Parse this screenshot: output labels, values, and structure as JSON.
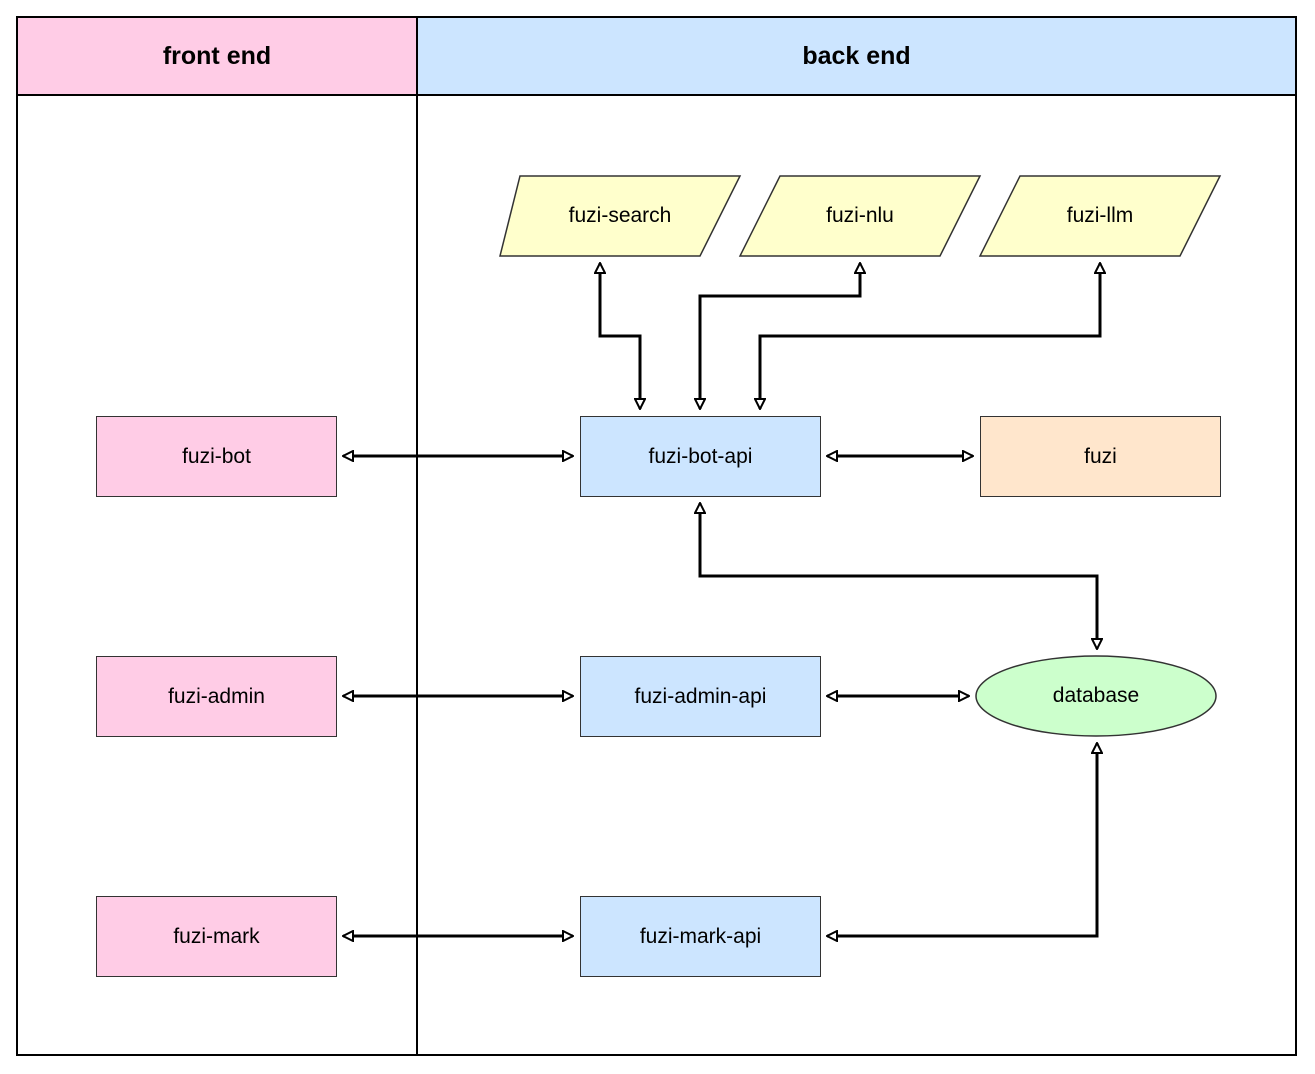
{
  "lanes": {
    "front": {
      "title": "front end",
      "fill": "#ffcce6"
    },
    "back": {
      "title": "back end",
      "fill": "#cce5ff"
    }
  },
  "nodes": {
    "fuzi_bot": {
      "label": "fuzi-bot",
      "fill": "#ffcce6",
      "shape": "rectangle"
    },
    "fuzi_admin": {
      "label": "fuzi-admin",
      "fill": "#ffcce6",
      "shape": "rectangle"
    },
    "fuzi_mark": {
      "label": "fuzi-mark",
      "fill": "#ffcce6",
      "shape": "rectangle"
    },
    "fuzi_bot_api": {
      "label": "fuzi-bot-api",
      "fill": "#cce5ff",
      "shape": "rectangle"
    },
    "fuzi_admin_api": {
      "label": "fuzi-admin-api",
      "fill": "#cce5ff",
      "shape": "rectangle"
    },
    "fuzi_mark_api": {
      "label": "fuzi-mark-api",
      "fill": "#cce5ff",
      "shape": "rectangle"
    },
    "fuzi": {
      "label": "fuzi",
      "fill": "#ffe6cc",
      "shape": "rectangle"
    },
    "database": {
      "label": "database",
      "fill": "#ccffcc",
      "shape": "ellipse"
    },
    "fuzi_search": {
      "label": "fuzi-search",
      "fill": "#ffffcc",
      "shape": "parallelogram"
    },
    "fuzi_nlu": {
      "label": "fuzi-nlu",
      "fill": "#ffffcc",
      "shape": "parallelogram"
    },
    "fuzi_llm": {
      "label": "fuzi-llm",
      "fill": "#ffffcc",
      "shape": "parallelogram"
    }
  },
  "edges": [
    {
      "from": "fuzi-bot",
      "to": "fuzi-bot-api",
      "direction": "both"
    },
    {
      "from": "fuzi-admin",
      "to": "fuzi-admin-api",
      "direction": "both"
    },
    {
      "from": "fuzi-mark",
      "to": "fuzi-mark-api",
      "direction": "both"
    },
    {
      "from": "fuzi-bot-api",
      "to": "fuzi",
      "direction": "both"
    },
    {
      "from": "fuzi-admin-api",
      "to": "database",
      "direction": "both"
    },
    {
      "from": "fuzi-mark-api",
      "to": "database",
      "direction": "both"
    },
    {
      "from": "fuzi-bot-api",
      "to": "database",
      "direction": "both"
    },
    {
      "from": "fuzi-bot-api",
      "to": "fuzi-search",
      "direction": "both"
    },
    {
      "from": "fuzi-bot-api",
      "to": "fuzi-nlu",
      "direction": "both"
    },
    {
      "from": "fuzi-bot-api",
      "to": "fuzi-llm",
      "direction": "both"
    }
  ]
}
